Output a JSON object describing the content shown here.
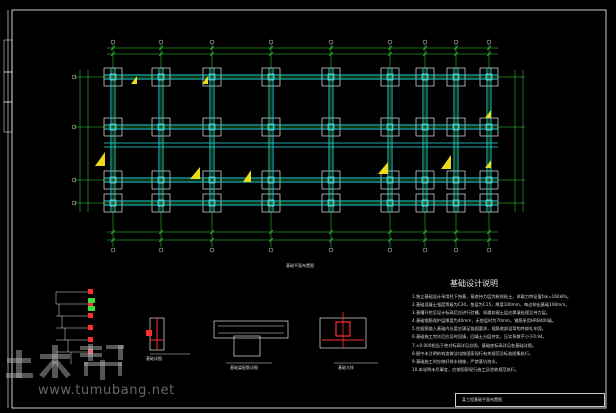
{
  "colors": {
    "background": "#000000",
    "border": "#ffffff",
    "column_outline": "#e6e6e6",
    "beam": "#22dede",
    "axis_line": "#3bdc3b",
    "hatch": "#f5e61e",
    "detail_red": "#ff3030",
    "watermark": "#b9b9b9"
  },
  "icons": {
    "watermark_logo": "tumubang-logo-icon"
  },
  "drawing": {
    "plan_caption": "基础平面布置图",
    "notes_title": "基础设计说明",
    "notes": [
      "1.独立基础设计采用柱下独基，基底持力层为粉质粘土，承载力特征值fak=160kPa。",
      "2.基础混凝土强度等级为C30，垫层为C15，厚度100mm，每边伸出基础100mm。",
      "3.基槽开挖至设计标高后应进行验槽，如遇软弱土层应换填处理至持力层。",
      "4.基础钢筋保护层厚度为40mm，无垫层时为70mm，钢筋采用HRB400级。",
      "5.柱插筋锚入基础内长度应满足锚固要求，插筋底部设弯钩并绑扎牢固。",
      "6.基础施工完毕后应及时回填，回填土分层夯实，压实系数不小于0.94。",
      "7.±0.000相当于绝对标高详见总图，基础底标高详见各基础详图。",
      "8.图中未注明的构造做法均按国家现行有关规范及标准图集执行。",
      "9.基础施工时应做好排水措施，严禁基坑泡水。",
      "10.本说明未尽事宜，应按国家现行施工及验收规范执行。"
    ],
    "detail_captions": [
      "基础详图",
      "基础梁配筋详图",
      "基础大样"
    ],
    "title_block": "某工程基础平面布置图"
  },
  "watermark": {
    "logo_text": "土木帮",
    "url": "www.tumubang.net"
  }
}
